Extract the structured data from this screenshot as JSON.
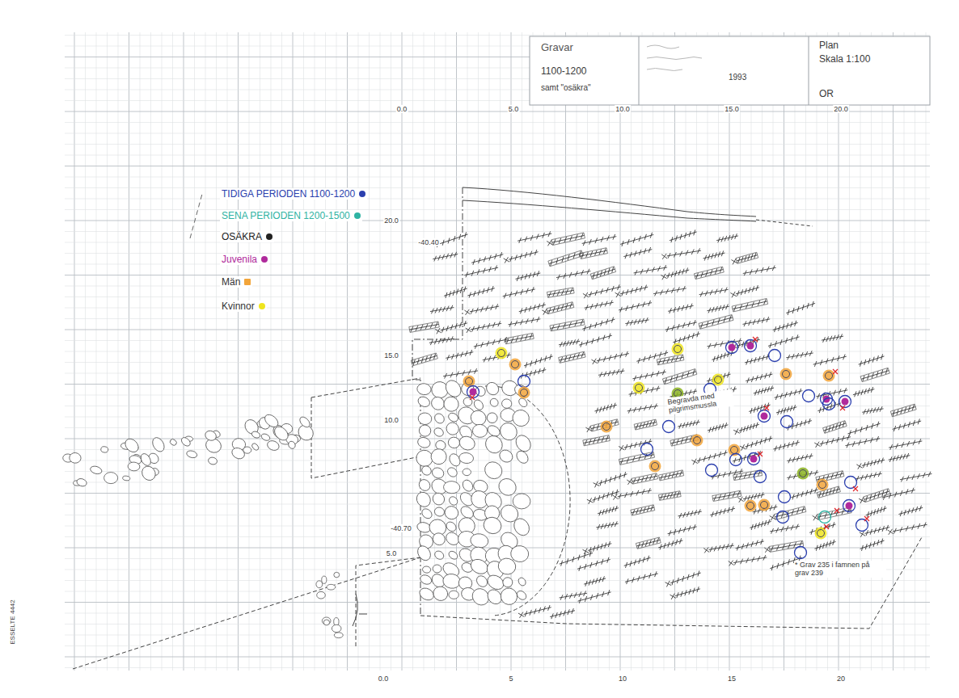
{
  "diagram": {
    "title": "Gravar",
    "labels": [
      "1100-1200",
      "samt \"osäkra\"",
      "1993",
      "Plan",
      "Skala 1:100",
      "OR",
      "0.0",
      "5.0",
      "10.0",
      "15.0",
      "20.0",
      "-40.40",
      "20.0",
      "15.0",
      "10.0",
      "-40.70",
      "5.0",
      "0.0",
      "5",
      "10",
      "15",
      "20",
      "Begravda med pilgrimsmussla",
      "* Grav 235 i famnen på grav 239",
      "ESSELTE 4442"
    ],
    "legend": [
      {
        "text": "TIDIGA PERIODEN 1100-1200",
        "color": "#2b3fae"
      },
      {
        "text": "SENA PERIODEN 1200-1500",
        "color": "#2fb3a3"
      },
      {
        "text": "OSÄKRA",
        "color": "#222222"
      },
      {
        "text": "Juvenila",
        "color": "#b02a9c"
      },
      {
        "text": "Män",
        "color": "#f2a53a"
      },
      {
        "text": "Kvinnor",
        "color": "#efe51f"
      }
    ]
  }
}
